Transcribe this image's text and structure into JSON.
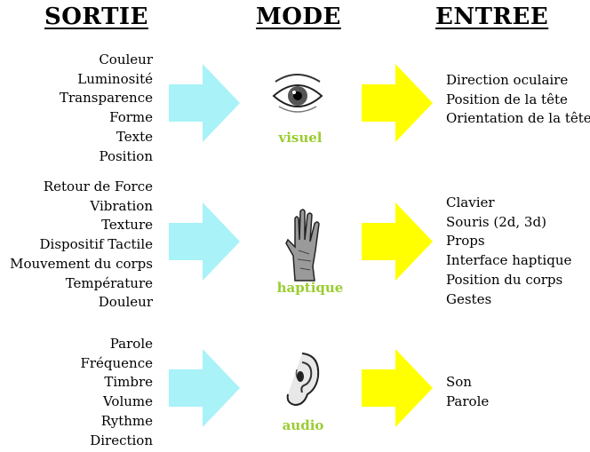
{
  "headers": {
    "sortie": "SORTIE",
    "mode": "MODE",
    "entree": "ENTREE"
  },
  "rows": [
    {
      "mode": "visuel",
      "icon": "eye-icon",
      "sortie": [
        "Couleur",
        "Luminosité",
        "Transparence",
        "Forme",
        "Texte",
        "Position"
      ],
      "entree": [
        "Direction oculaire",
        "Position de la tête",
        "Orientation de la tête"
      ]
    },
    {
      "mode": "haptique",
      "icon": "hand-icon",
      "sortie": [
        "Retour de Force",
        "Vibration",
        "Texture",
        "Dispositif Tactile",
        "Mouvement du corps",
        "Température",
        "Douleur"
      ],
      "entree": [
        "Clavier",
        "Souris (2d, 3d)",
        "Props",
        "Interface haptique",
        "Position du corps",
        "Gestes"
      ]
    },
    {
      "mode": "audio",
      "icon": "ear-icon",
      "sortie": [
        "Parole",
        "Fréquence",
        "Timbre",
        "Volume",
        "Rythme",
        "Direction"
      ],
      "entree": [
        "Son",
        "Parole"
      ]
    }
  ],
  "colors": {
    "left_arrow": "#a8f2f8",
    "right_arrow": "#ffff00",
    "mode_label": "#9acd32"
  }
}
